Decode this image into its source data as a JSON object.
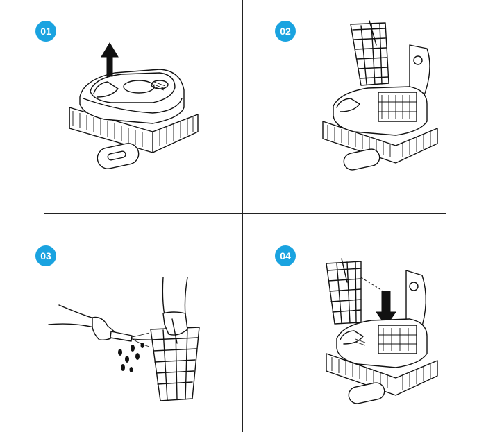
{
  "steps": [
    {
      "number": "01",
      "illustration": "robot-lid-lift-illustration"
    },
    {
      "number": "02",
      "illustration": "filter-basket-removed-illustration"
    },
    {
      "number": "03",
      "illustration": "rinse-basket-illustration"
    },
    {
      "number": "04",
      "illustration": "basket-reinsert-illustration"
    }
  ],
  "colors": {
    "badge": "#1aa3e0",
    "line": "#111111",
    "background": "#ffffff"
  }
}
